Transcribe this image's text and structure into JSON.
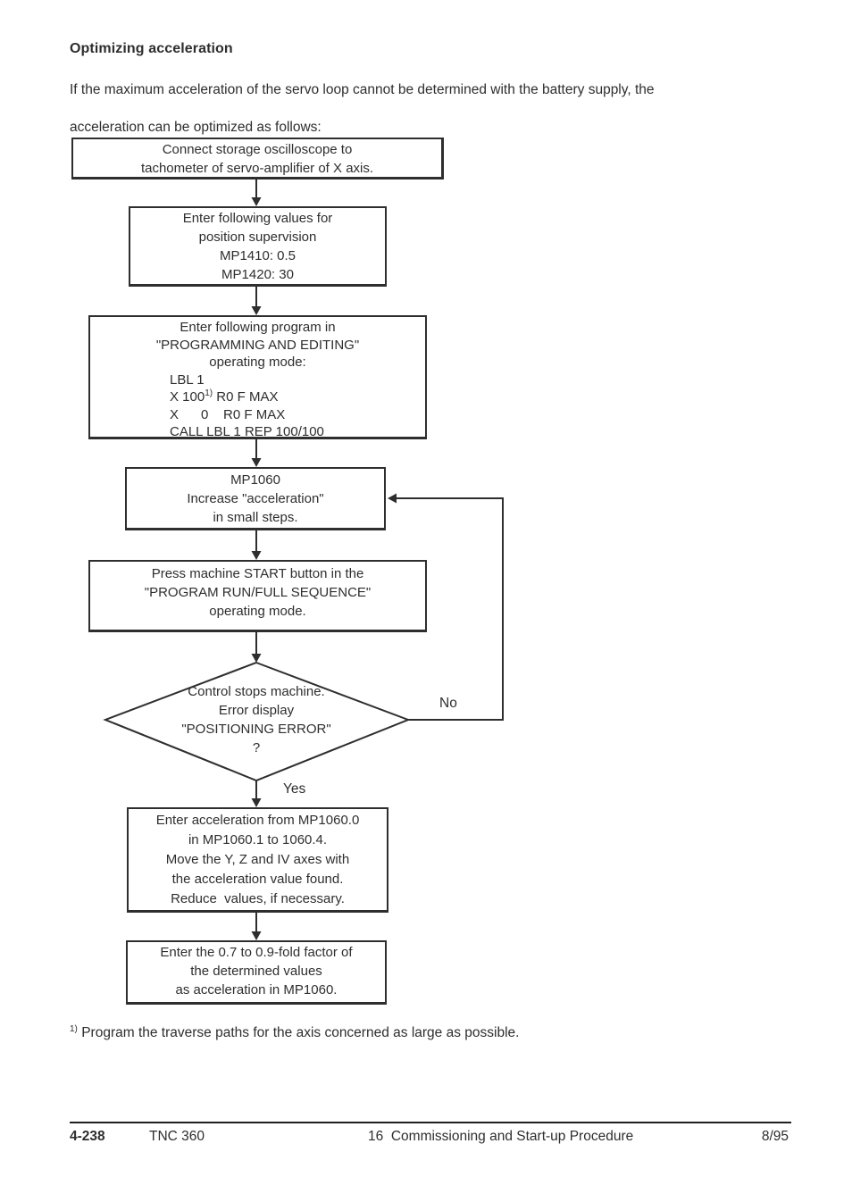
{
  "page": {
    "title": "Optimizing acceleration",
    "intro": {
      "line1": "If the maximum acceleration of the servo loop cannot be determined with the battery supply, the",
      "line2": "acceleration can be optimized as follows:"
    },
    "footnote": {
      "marker": "1)",
      "text": " Program the traverse paths for the axis concerned as large as possible."
    }
  },
  "flowchart": {
    "boxes": {
      "connect_oscilloscope": {
        "line1": "Connect storage oscilloscope to",
        "line2": "tachometer of servo-amplifier of X axis."
      },
      "position_supervision": {
        "line1": "Enter following values for",
        "line2": "position supervision",
        "line3": "MP1410: 0.5",
        "line4": "MP1420: 30"
      },
      "enter_program": {
        "line1": "Enter following program in",
        "line2": "\"PROGRAMMING AND EDITING\"",
        "line3": "operating mode:",
        "code1": "LBL 1",
        "code2_pre": "X 100",
        "code2_sup": "1)",
        "code2_post": " R0 F MAX",
        "code3": "X      0    R0 F MAX",
        "code4": "CALL LBL 1 REP 100/100"
      },
      "mp1060": {
        "line1": "MP1060",
        "line2": "Increase \"acceleration\"",
        "line3": "in small steps."
      },
      "press_start": {
        "line1": "Press machine START button in the",
        "line2": "\"PROGRAM RUN/FULL SEQUENCE\"",
        "line3": "operating mode."
      },
      "enter_acceleration": {
        "line1": "Enter acceleration from MP1060.0",
        "line2": "in MP1060.1 to 1060.4.",
        "line3": "Move the Y, Z and IV axes with",
        "line4": "the acceleration value found.",
        "line5": "Reduce  values, if necessary."
      },
      "enter_factor": {
        "line1": "Enter the 0.7 to 0.9-fold factor of",
        "line2": "the determined values",
        "line3": "as acceleration in MP1060."
      }
    },
    "decision": {
      "line1": "Control stops machine.",
      "line2": "Error display",
      "line3": "\"POSITIONING ERROR\"",
      "line4": "?"
    },
    "labels": {
      "no": "No",
      "yes": "Yes"
    }
  },
  "footer": {
    "page_number": "4-238",
    "product": "TNC 360",
    "chapter": "16  Commissioning and Start-up Procedure",
    "issue": "8/95"
  }
}
